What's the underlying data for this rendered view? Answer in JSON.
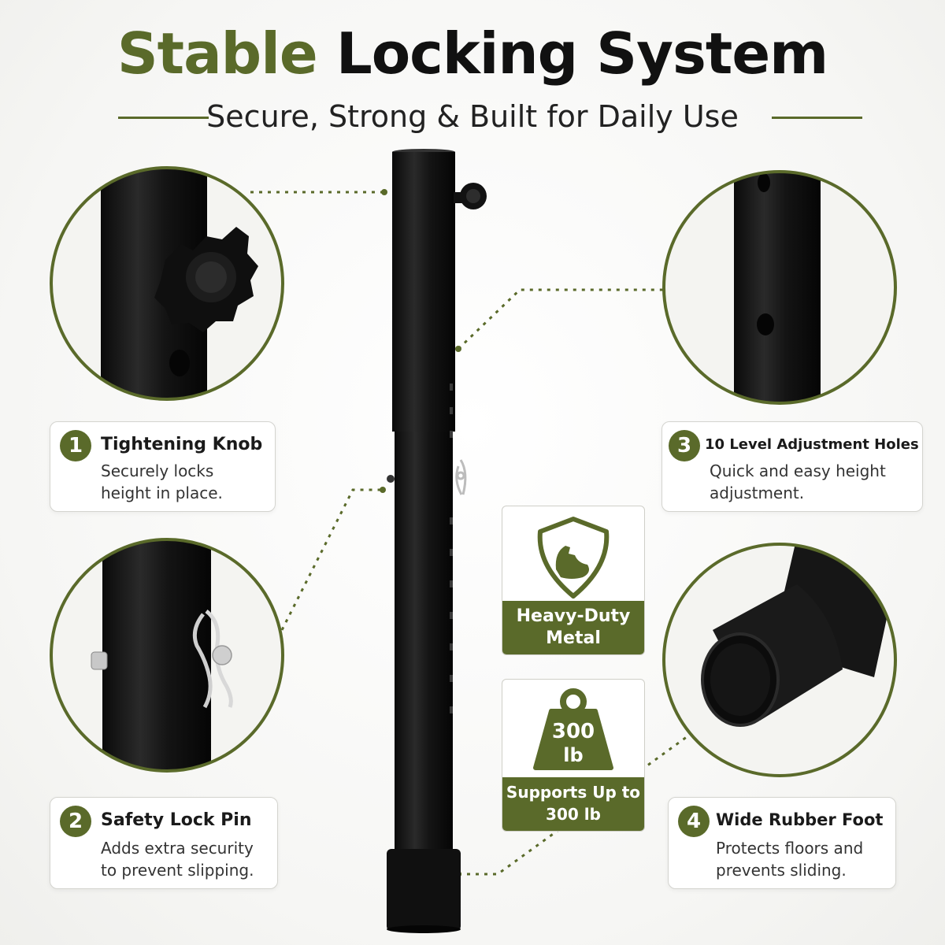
{
  "header": {
    "title_accent": "Stable",
    "title_main": "Locking System",
    "subtitle": "Secure, Strong & Built for Daily Use"
  },
  "features": [
    {
      "number": "1",
      "title": "Tightening Knob",
      "description_line1": "Securely locks",
      "description_line2": "height in place."
    },
    {
      "number": "2",
      "title": "Safety Lock Pin",
      "description_line1": "Adds extra security",
      "description_line2": "to prevent slipping."
    },
    {
      "number": "3",
      "title": "10 Level Adjustment Holes",
      "description_line1": "Quick and easy height",
      "description_line2": "adjustment."
    },
    {
      "number": "4",
      "title": "Wide Rubber Foot",
      "description_line1": "Protects floors and",
      "description_line2": "prevents sliding."
    }
  ],
  "metal_badge": {
    "line1": "Heavy-Duty",
    "line2": "Metal",
    "icon": "strong-arm-shield-icon"
  },
  "weight_badge": {
    "weight_value": "300",
    "weight_unit": "lb",
    "line1": "Supports Up to",
    "line2": "300 lb",
    "icon": "weight-icon"
  },
  "colors": {
    "accent_green": "#5a6a2a",
    "pole_black": "#151515"
  }
}
